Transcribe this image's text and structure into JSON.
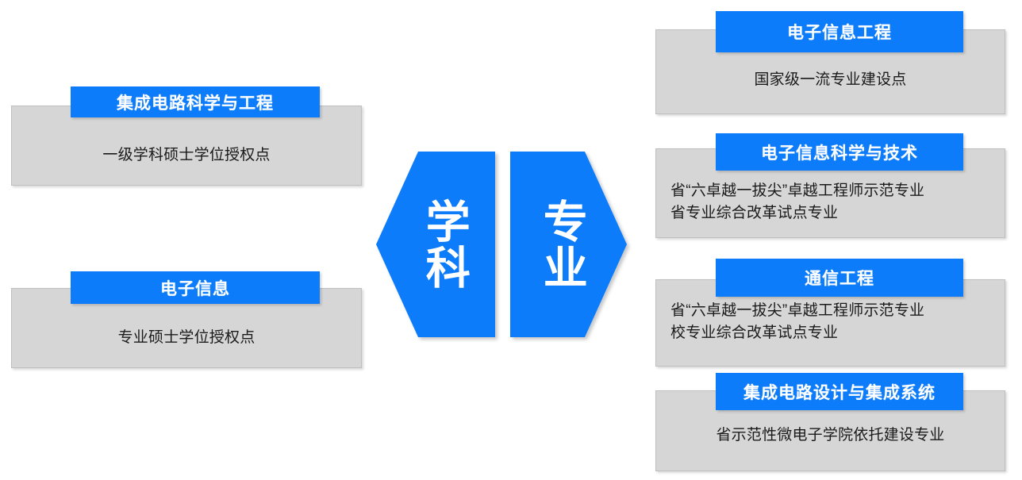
{
  "diagram": {
    "type": "hub-and-spoke",
    "title": "",
    "accent_color": "#0d7cfa",
    "panel_color": "#d6d6d6",
    "center": {
      "shape": "hexagon-split",
      "halves": [
        {
          "id": "discipline",
          "label": "学科",
          "orientation": "vertical",
          "side": "left"
        },
        {
          "id": "major",
          "label": "专业",
          "orientation": "vertical",
          "side": "right"
        }
      ]
    },
    "left_column": {
      "linked_to": "discipline",
      "cards": [
        {
          "id": "integrated-circuit-science-and-engineering",
          "header": "集成电路科学与工程",
          "body_lines": [
            "一级学科硕士学位授权点"
          ],
          "body_align": "center"
        },
        {
          "id": "electronic-information",
          "header": "电子信息",
          "body_lines": [
            "专业硕士学位授权点"
          ],
          "body_align": "center"
        }
      ]
    },
    "right_column": {
      "linked_to": "major",
      "cards": [
        {
          "id": "electronic-information-engineering",
          "header": "电子信息工程",
          "body_lines": [
            "国家级一流专业建设点"
          ],
          "body_align": "center"
        },
        {
          "id": "electronic-information-science-and-technology",
          "header": "电子信息科学与技术",
          "body_lines": [
            "省“六卓越一拔尖”卓越工程师示范专业",
            "省专业综合改革试点专业"
          ],
          "body_align": "left"
        },
        {
          "id": "communication-engineering",
          "header": "通信工程",
          "body_lines": [
            "省“六卓越一拔尖”卓越工程师示范专业",
            "校专业综合改革试点专业"
          ],
          "body_align": "left"
        },
        {
          "id": "ic-design-and-integrated-systems",
          "header": "集成电路设计与集成系统",
          "body_lines": [
            "省示范性微电子学院依托建设专业"
          ],
          "body_align": "center"
        }
      ]
    }
  }
}
